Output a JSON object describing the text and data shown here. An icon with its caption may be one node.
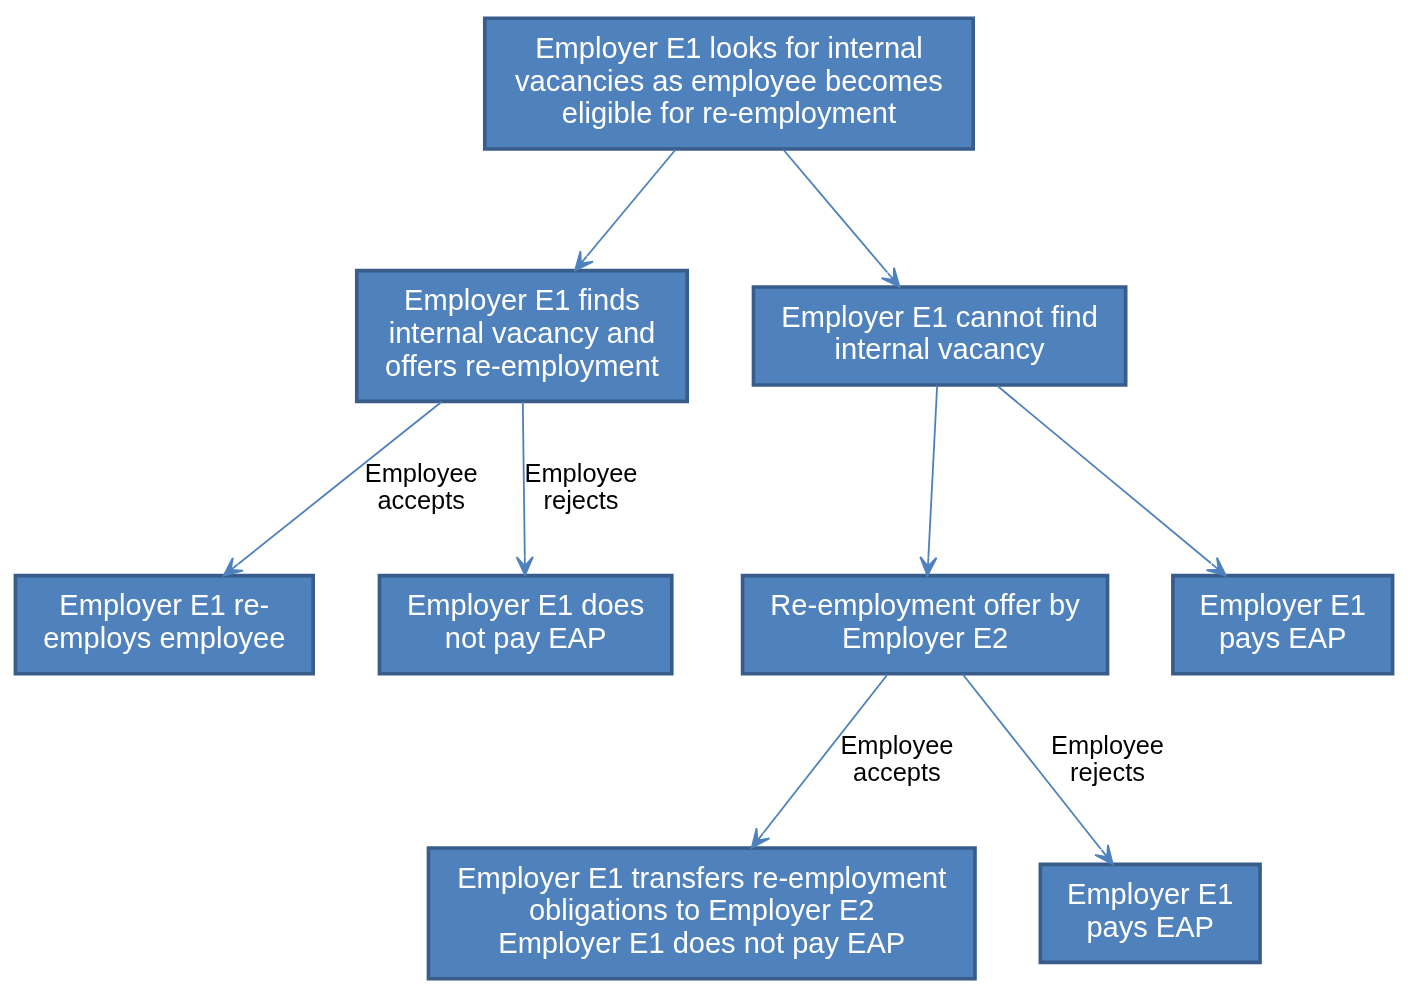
{
  "diagram": {
    "nodes": [
      {
        "text": [
          "Employer E1 looks for internal vacancies as employee becomes eligible for re-employment"
        ]
      },
      {
        "text": [
          "Employer E1 finds internal vacancy and offers re-employment"
        ]
      },
      {
        "text": [
          "Employer E1 cannot find internal vacancy"
        ]
      },
      {
        "text": [
          "Employer E1 re-employs employee"
        ]
      },
      {
        "text": [
          "Employer E1 does not pay EAP"
        ]
      },
      {
        "text": [
          "Re-employment offer by Employer E2"
        ]
      },
      {
        "text": [
          "Employer E1 pays EAP"
        ]
      },
      {
        "text": [
          "Employer E1 transfers re-employment obligations to Employer E2",
          "Employer E1 does not pay EAP"
        ]
      },
      {
        "text": [
          "Employer E1 pays EAP"
        ]
      }
    ],
    "edges": [
      {
        "from": 0,
        "to": 1,
        "arrow": "to"
      },
      {
        "from": 0,
        "to": 2,
        "arrow": "to"
      },
      {
        "from": 1,
        "to": 3,
        "arrow": "to",
        "label": "Employee accepts"
      },
      {
        "from": 1,
        "to": 4,
        "arrow": "to",
        "label": "Employee rejects"
      },
      {
        "from": 2,
        "to": 5,
        "arrow": "to"
      },
      {
        "from": 2,
        "to": 6,
        "arrow": "to"
      },
      {
        "from": 5,
        "to": 7,
        "arrow": "to",
        "label": "Employee accepts"
      },
      {
        "from": 5,
        "to": 8,
        "arrow": "to",
        "label": "Employee rejects"
      }
    ]
  }
}
